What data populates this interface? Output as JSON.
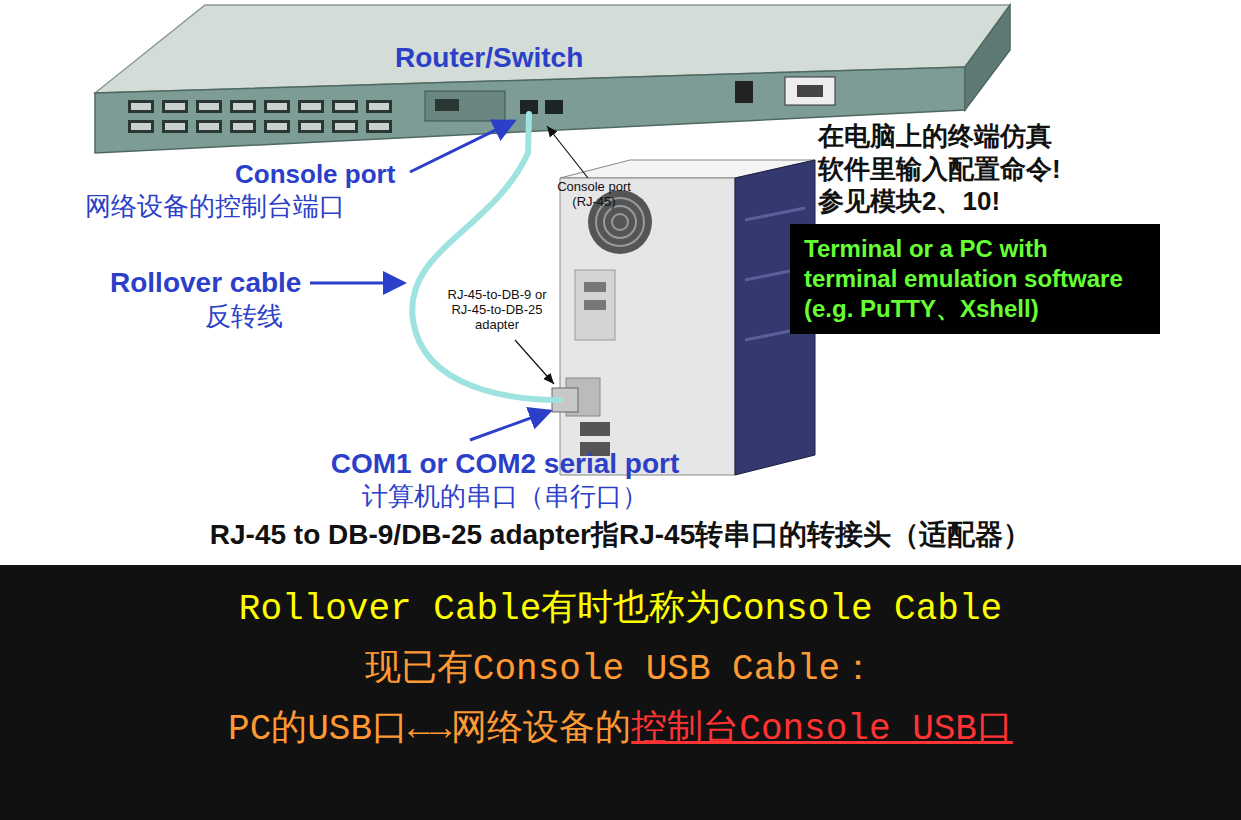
{
  "diagram": {
    "nodes": [
      {
        "text": [
          "Router/Switch"
        ]
      },
      {
        "text": [
          "RJ-45-to-DB-9 or RJ-45-to-DB-25 adapter"
        ]
      },
      {
        "text": [
          "Terminal or a PC with terminal emulation software (e.g. PuTTY、Xshell)"
        ]
      },
      {
        "text": [
          "Rollover Cable有时也称为Console Cable",
          "现已有Console USB Cable：",
          "PC的USB口←→网络设备的",
          "控制台Console USB口"
        ]
      }
    ],
    "edges": [
      {
        "from": 0,
        "to": 1,
        "arrow": "none"
      }
    ],
    "labels": [
      "Console port",
      "网络设备的控制台端口",
      "Console port (RJ-45)",
      "在电脑上的终端仿真 软件里输入配置命令! 参见模块2、10!",
      "Rollover cable",
      "反转线",
      "COM1 or COM2 serial port",
      "计算机的串口（串行口）",
      "RJ-45 to DB-9/DB-25 adapter指RJ-45转串口的转接头（适配器）"
    ]
  }
}
